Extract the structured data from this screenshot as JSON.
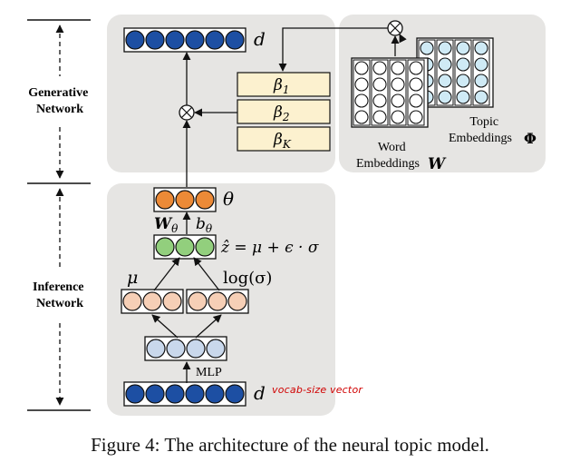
{
  "sections": {
    "generative": [
      "Generative",
      "Network"
    ],
    "inference": [
      "Inference",
      "Network"
    ]
  },
  "labels": {
    "d_top": "d",
    "d_bottom": "d",
    "theta": "θ",
    "W_theta": "W",
    "W_theta_sub": "θ",
    "b_theta": "b",
    "b_theta_sub": "θ",
    "reparam": "ẑ = μ + ϵ · σ",
    "mu": "μ",
    "log_sigma": "log(σ)",
    "mlp": "MLP"
  },
  "beta_rows": [
    {
      "base": "β",
      "sub": "1"
    },
    {
      "base": "β",
      "sub": "2"
    },
    {
      "base": "β",
      "sub": "K"
    }
  ],
  "embeddings": {
    "word": [
      "Word",
      "Embeddings"
    ],
    "word_symbol": "W",
    "topic": [
      "Topic",
      "Embeddings"
    ],
    "topic_symbol": "Φ"
  },
  "annotation": "vocab-size vector",
  "caption": "Figure 4: The architecture of the neural topic model.",
  "colors": {
    "panel": "#e6e5e3",
    "navy": "#1d4fa3",
    "orange": "#ec8a37",
    "green": "#92cf7d",
    "peach": "#f6cfb6",
    "lightblue": "#c9d8ec",
    "cyan": "#cfeaf5",
    "beta": "#fcf1cf"
  }
}
